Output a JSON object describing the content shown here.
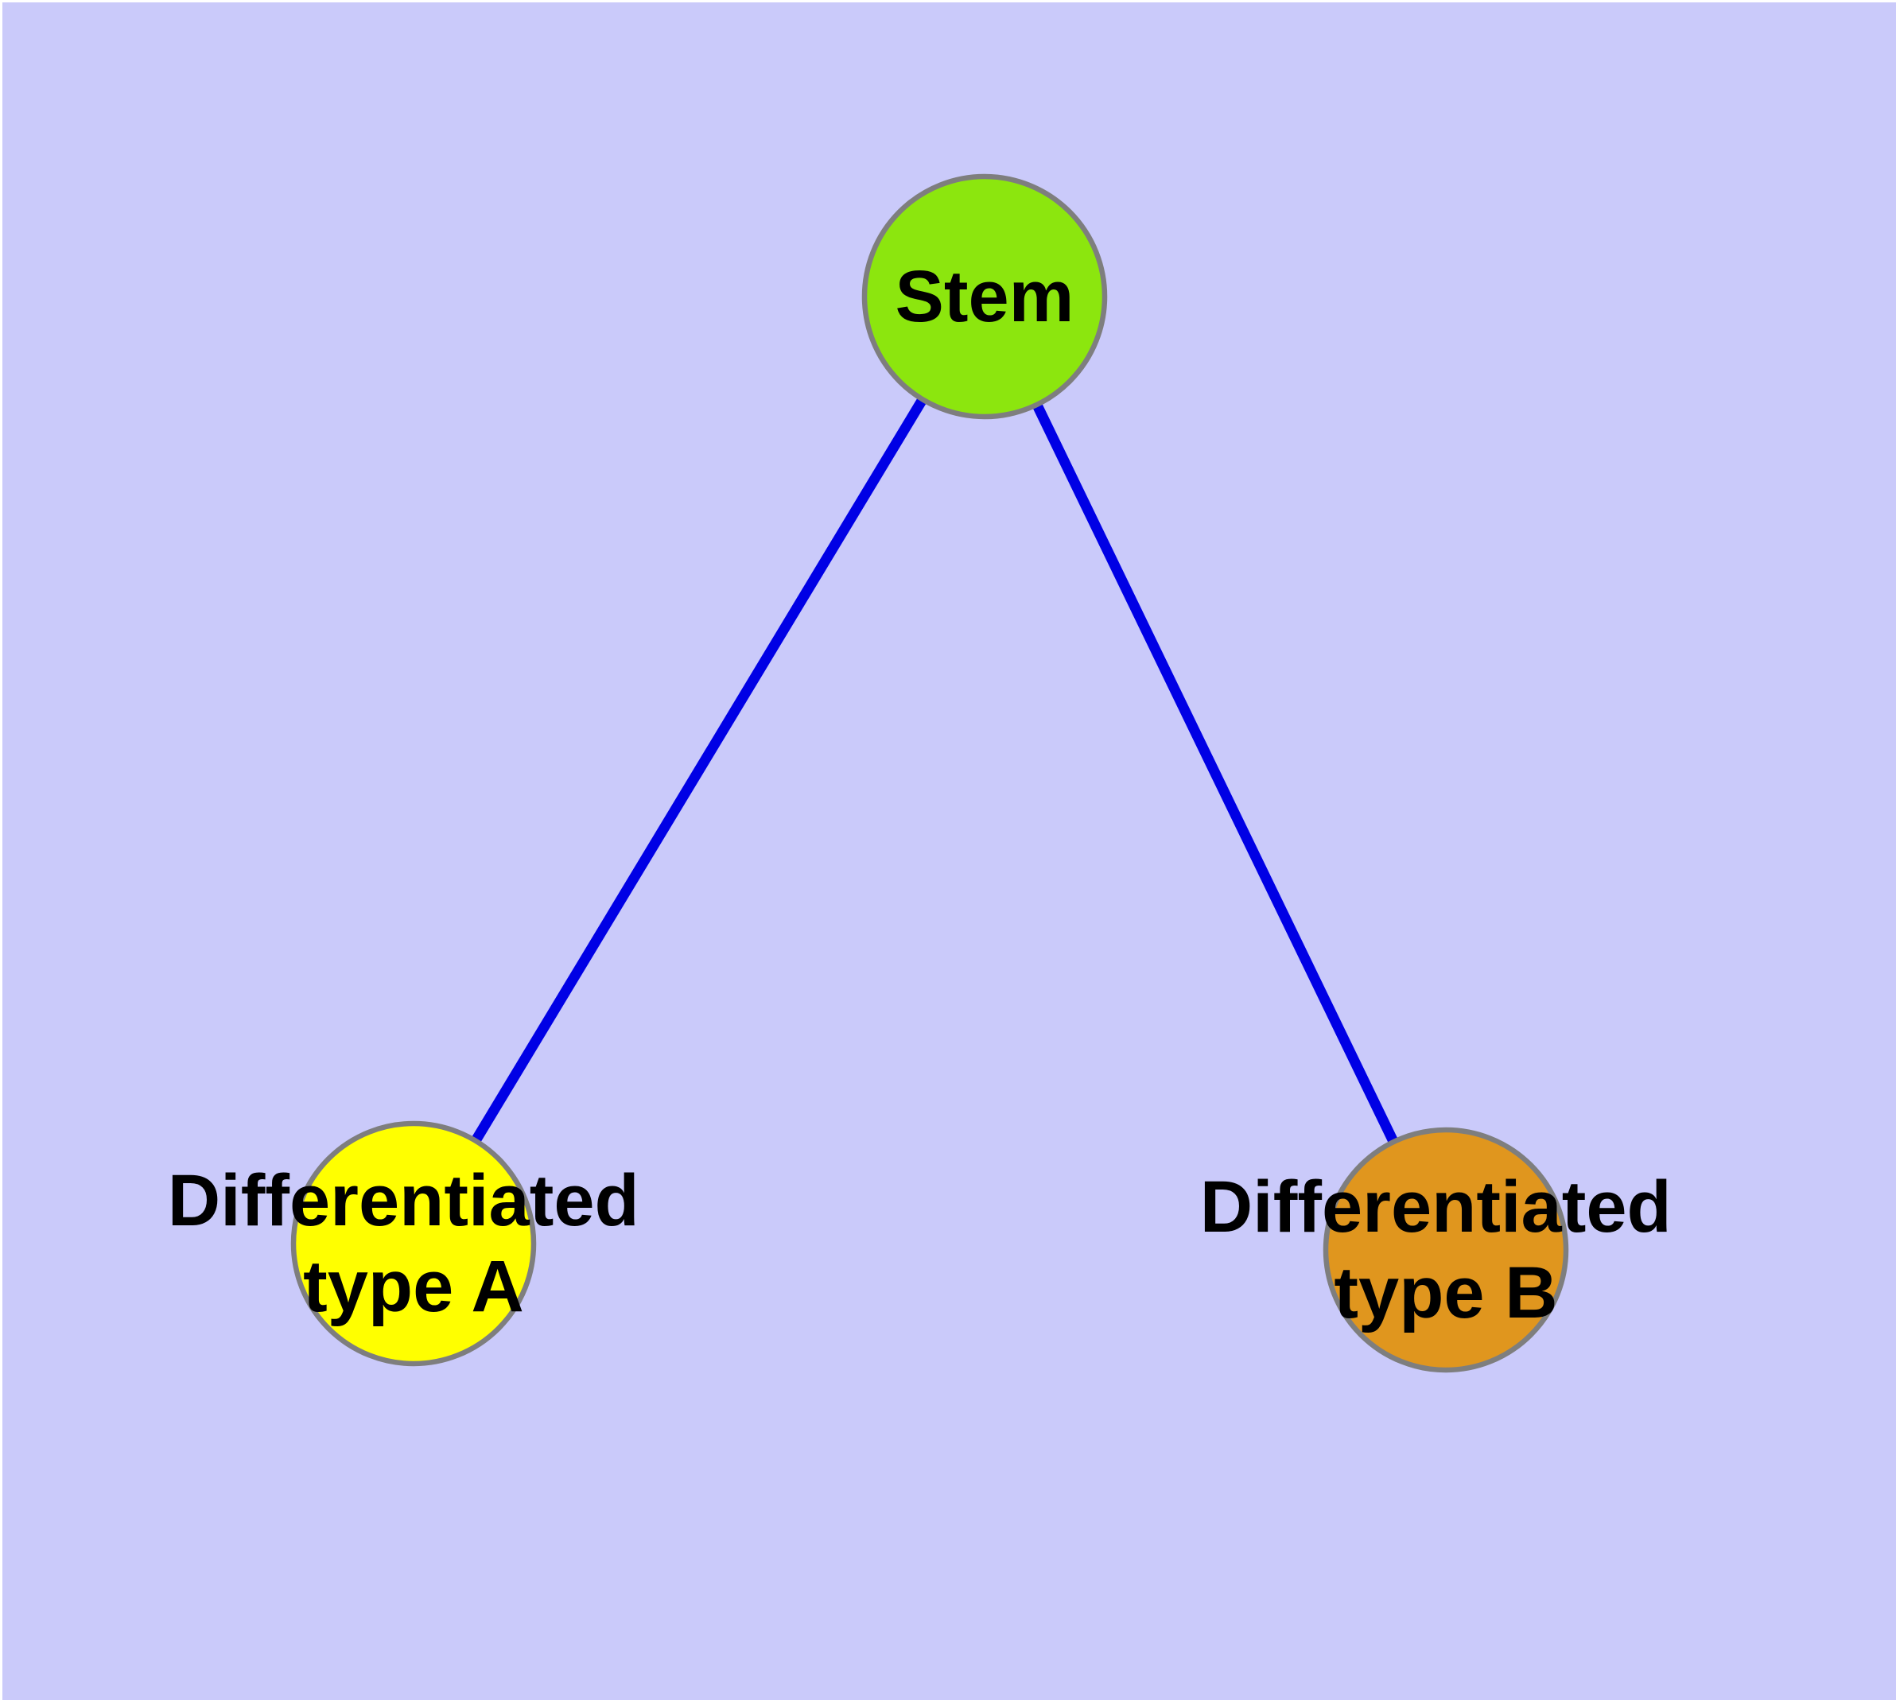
{
  "diagram": {
    "background_color": "#CACAFA",
    "frame_color": "#FFFFFF",
    "nodes": [
      {
        "id": "stem",
        "label": "Stem",
        "fill": "#8CE60E",
        "stroke": "#7E7E7E"
      },
      {
        "id": "differentiated-type-a",
        "label": "Differentiated type A",
        "label_line1": "Differentiated",
        "label_line2": "type A",
        "fill": "#FFFF00",
        "stroke": "#7E7E7E"
      },
      {
        "id": "differentiated-type-b",
        "label": "Differentiated type B",
        "label_line1": "Differentiated",
        "label_line2": "type B",
        "fill": "#E0961E",
        "stroke": "#7E7E7E"
      }
    ],
    "edges": [
      {
        "from": "stem",
        "to": "differentiated-type-a",
        "color": "#0000E5"
      },
      {
        "from": "stem",
        "to": "differentiated-type-b",
        "color": "#0000E5"
      }
    ]
  }
}
